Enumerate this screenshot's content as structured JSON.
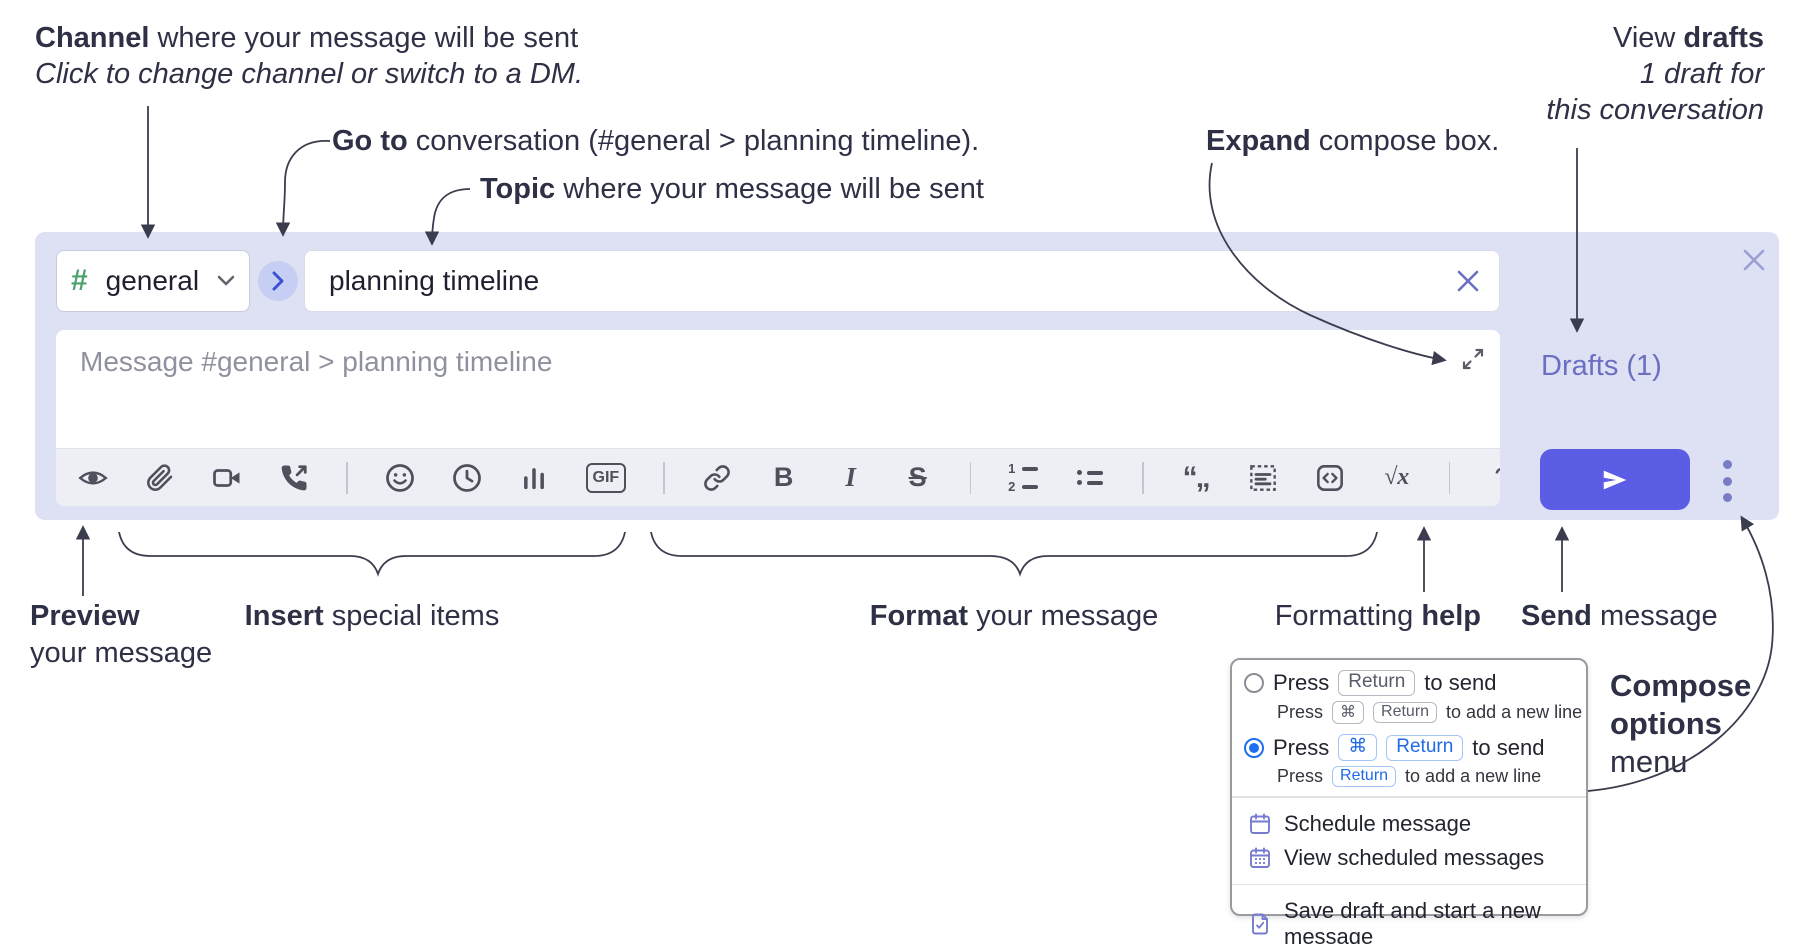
{
  "annotations": {
    "channel": {
      "bold": "Channel",
      "rest": " where your message will be sent",
      "line2": "Click to change channel or switch to a DM."
    },
    "goto": {
      "bold": "Go to",
      "rest": " conversation (#general > planning timeline)."
    },
    "topic": {
      "bold": "Topic",
      "rest": " where your message will be sent"
    },
    "expand": {
      "bold": "Expand",
      "rest": " compose box."
    },
    "drafts": {
      "line1_pre": "View ",
      "line1_bold": "drafts",
      "line2": "1 draft for",
      "line3": "this conversation"
    },
    "preview": {
      "bold": "Preview",
      "line2": "your message"
    },
    "insert": {
      "bold": "Insert",
      "rest": " special items"
    },
    "format": {
      "bold": "Format",
      "rest": " your message"
    },
    "help": {
      "pre": "Formatting ",
      "bold": "help"
    },
    "send": {
      "bold": "Send",
      "rest": " message"
    },
    "compose_menu": {
      "line1": "Compose",
      "line2": "options",
      "line3": "menu"
    }
  },
  "composer": {
    "channel": {
      "hash": "#",
      "name": "general"
    },
    "topic_value": "planning timeline",
    "message_placeholder": "Message #general > planning timeline",
    "drafts_label": "Drafts (1)",
    "toolbar_glyphs": {
      "gif": "GIF",
      "bold": "B",
      "italic": "I",
      "strike": "S",
      "quote": "“„",
      "formula": "√x",
      "help": "?",
      "ol1": "1",
      "ol2": "2"
    }
  },
  "popup": {
    "option1": {
      "press": "Press",
      "key1": "Return",
      "suffix": "to send",
      "sub": {
        "press": "Press",
        "key1": "⌘",
        "key2": "Return",
        "suffix": "to add a new line"
      }
    },
    "option2": {
      "press": "Press",
      "key1": "⌘",
      "key2": "Return",
      "suffix": "to send",
      "sub": {
        "press": "Press",
        "key1": "Return",
        "suffix": "to add a new line"
      }
    },
    "items": [
      "Schedule message",
      "View scheduled messages",
      "Save draft and start a new message"
    ]
  },
  "colors": {
    "composer_background": "#dee1f3",
    "send_button": "#5b5de4",
    "drafts_link": "#6a6fc2",
    "channel_hash_green": "#4ca16e",
    "goto_circle_bg": "#c6cef4",
    "goto_chevron": "#3c50d4",
    "radio_selected_blue": "#1f6ef0",
    "keycap_blue": "#2069e8",
    "menu_icon_purple": "#767bce",
    "annotation_text": "#2e3045"
  }
}
